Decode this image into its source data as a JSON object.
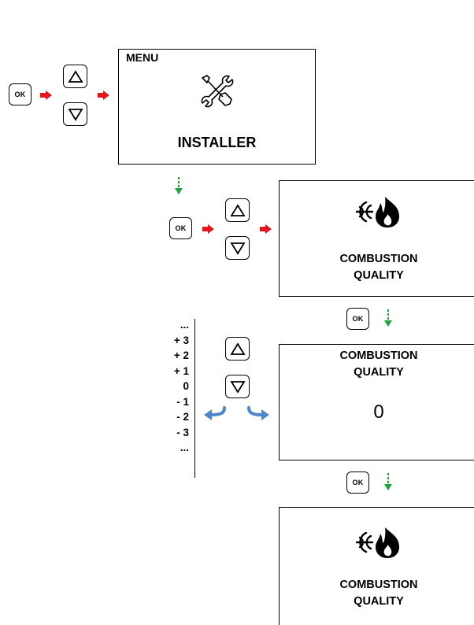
{
  "menu_panel": {
    "title": "MENU",
    "label": "INSTALLER",
    "icon": "tools-icon"
  },
  "combustion_panel_1": {
    "line1": "COMBUSTION",
    "line2": "QUALITY",
    "icon": "fan-flame-icon"
  },
  "combustion_panel_2": {
    "line1": "COMBUSTION",
    "line2": "QUALITY",
    "value": "0"
  },
  "combustion_panel_3": {
    "line1": "COMBUSTION",
    "line2": "QUALITY",
    "icon": "fan-flame-icon"
  },
  "ok_label": "OK",
  "scale": [
    "...",
    "+ 3",
    "+ 2",
    "+ 1",
    "0",
    "- 1",
    "- 2",
    "- 3",
    "..."
  ],
  "colors": {
    "red_arrow": "#e8141b",
    "green_arrow": "#1da33a",
    "blue_arrow": "#4a86c8"
  }
}
